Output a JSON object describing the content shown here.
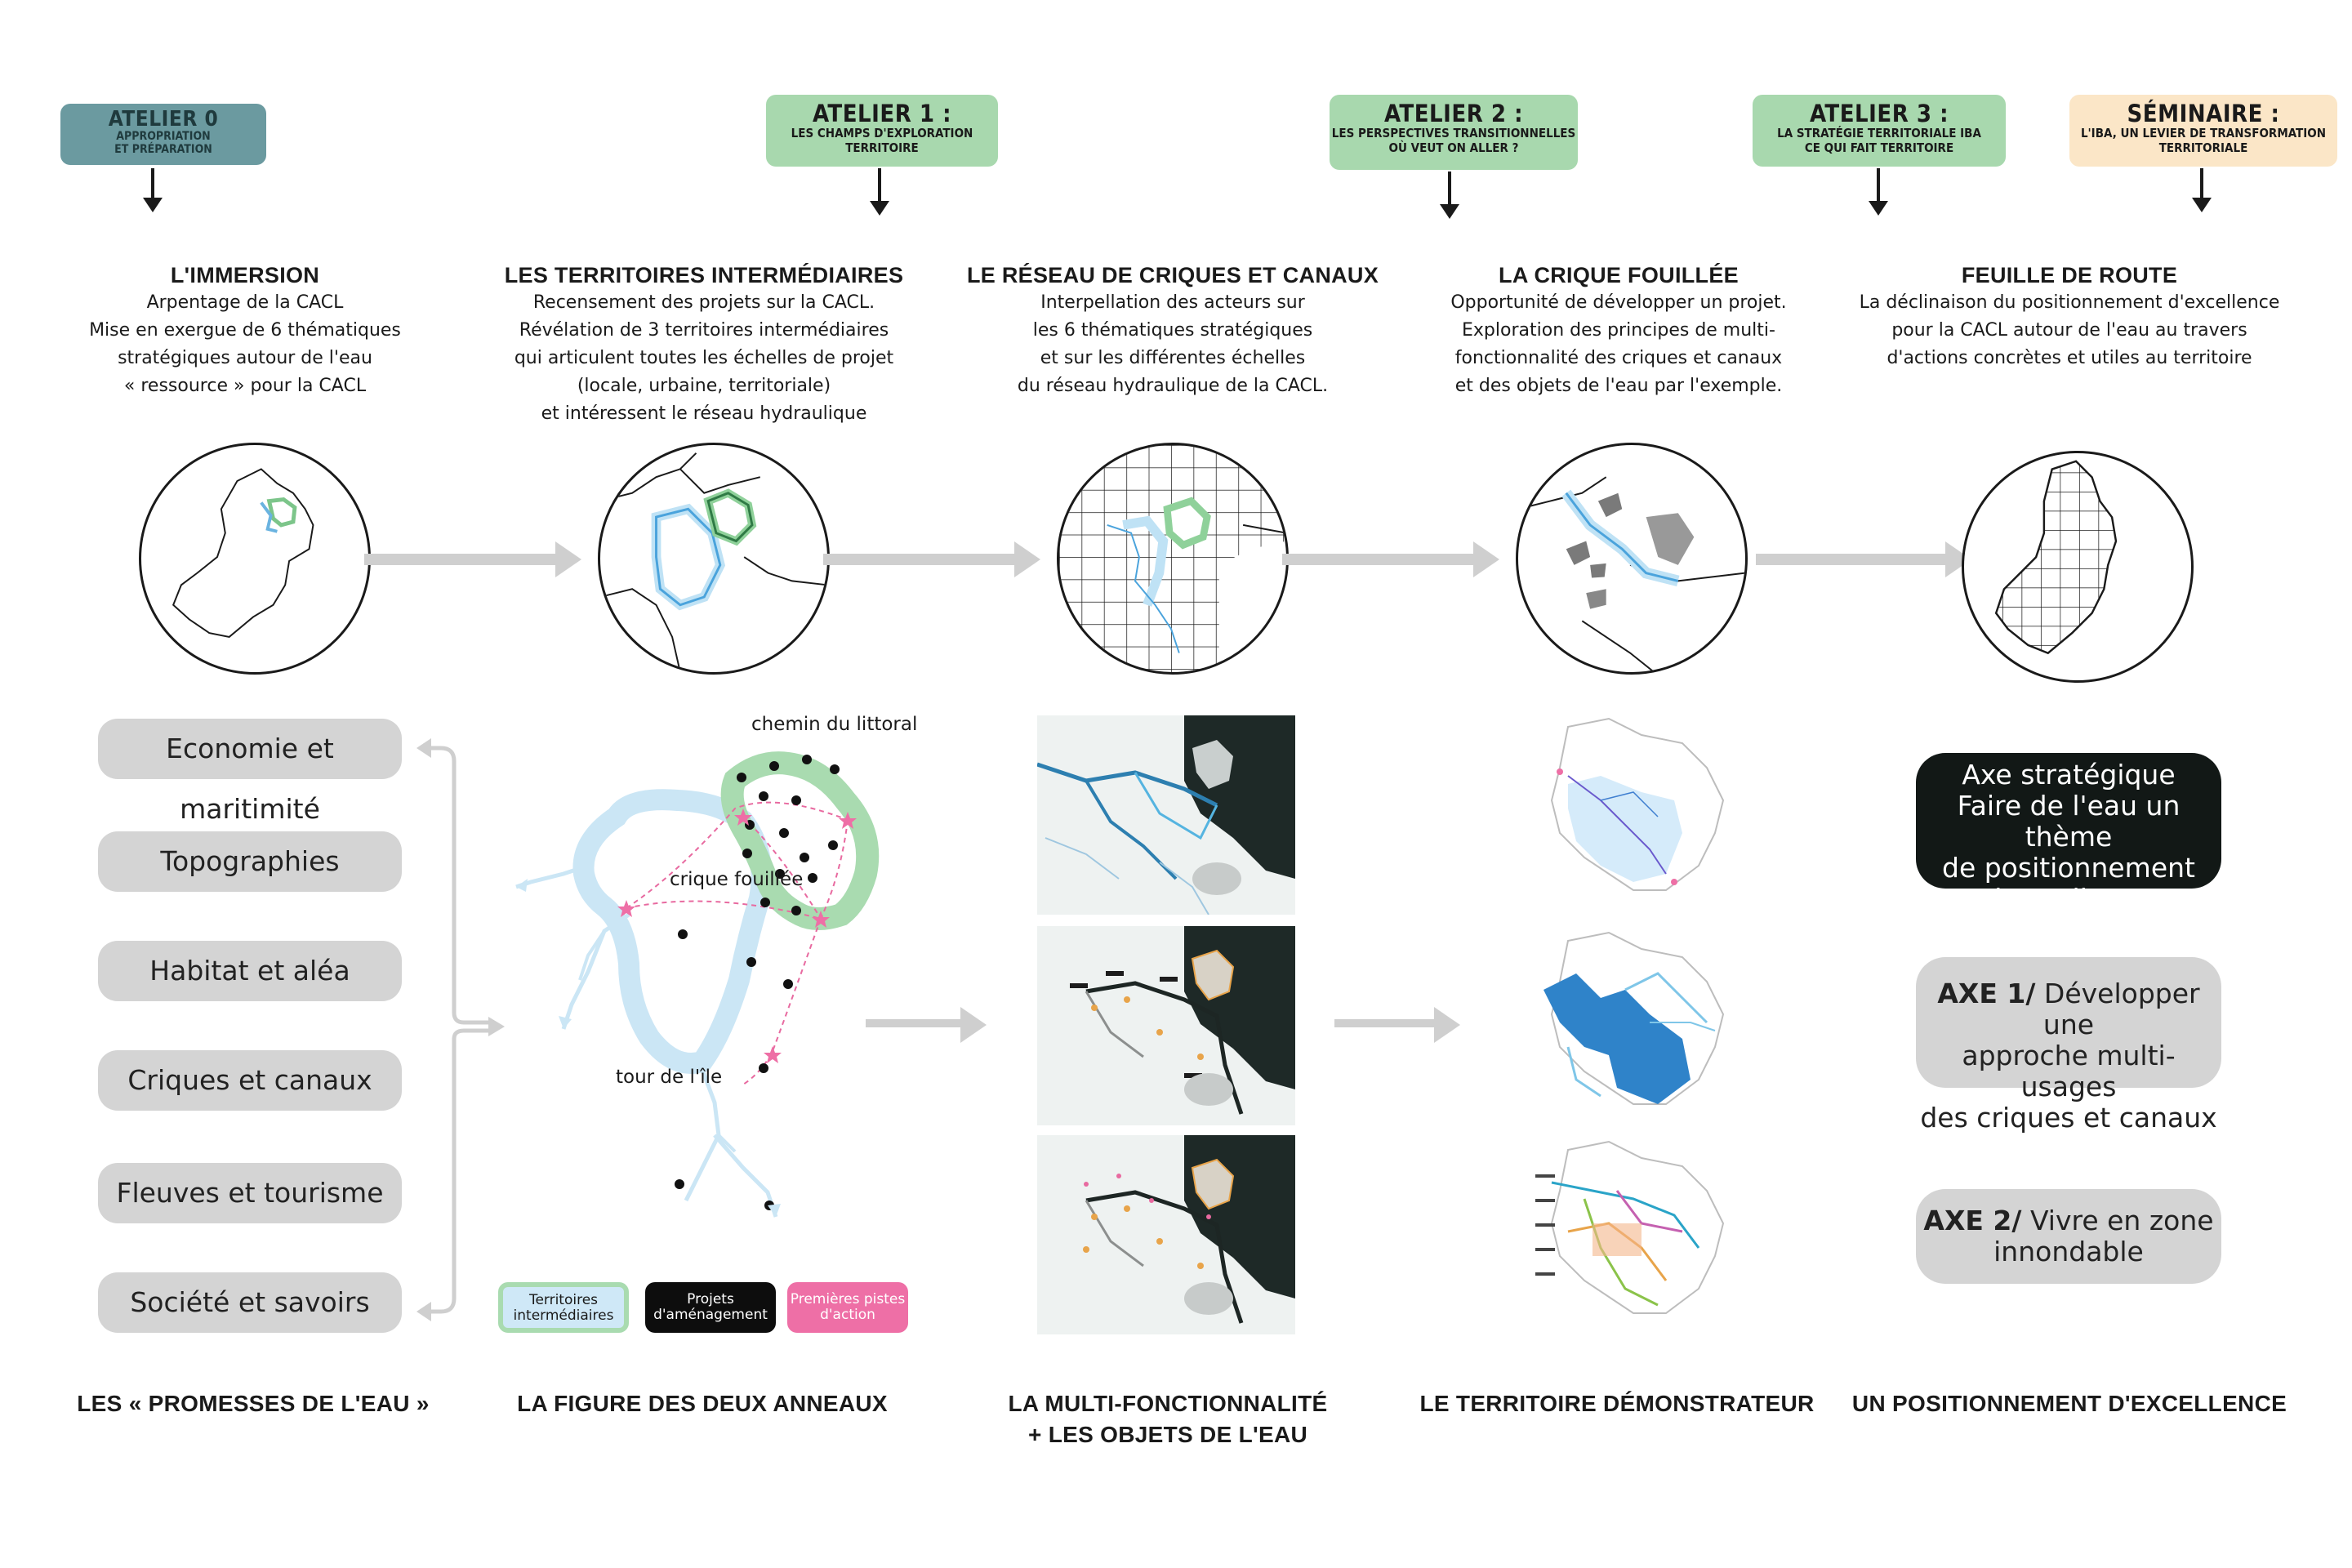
{
  "colors": {
    "atelier0": "#6b9aa0",
    "atelier_green": "#a8d8ae",
    "seminaire": "#fbe6c7",
    "pill_grey": "#d4d4d4",
    "ring_green": "#8fd19a",
    "ring_blue": "#bfe2f5",
    "action_pink": "#ee6fa6",
    "axe_dark": "#121816"
  },
  "ateliers": [
    {
      "title": "ATELIER 0",
      "subtitle_1": "APPROPRIATION",
      "subtitle_2": "ET PRÉPARATION",
      "subtitle_3": ""
    },
    {
      "title": "ATELIER 1 :",
      "subtitle_1": "LES CHAMPS D'EXPLORATION",
      "subtitle_2": "TERRITOIRE",
      "subtitle_3": ""
    },
    {
      "title": "ATELIER 2 :",
      "subtitle_1": "LES PERSPECTIVES TRANSITIONNELLES",
      "subtitle_2": "OÙ VEUT ON ALLER ?",
      "subtitle_3": ""
    },
    {
      "title": "ATELIER 3 :",
      "subtitle_1": "LA STRATÉGIE TERRITORIALE IBA",
      "subtitle_2": "CE QUI FAIT TERRITOIRE",
      "subtitle_3": ""
    },
    {
      "title": "SÉMINAIRE :",
      "subtitle_1": "L'IBA, UN LEVIER DE TRANSFORMATION",
      "subtitle_2": "TERRITORIALE",
      "subtitle_3": ""
    }
  ],
  "steps": [
    {
      "title": "L'IMMERSION",
      "lines": [
        "Arpentage de la CACL",
        "Mise en exergue de 6 thématiques",
        "stratégiques autour de l'eau",
        "« ressource » pour la CACL",
        ""
      ]
    },
    {
      "title": "LES TERRITOIRES INTERMÉDIAIRES",
      "lines": [
        "Recensement des projets sur la CACL.",
        "Révélation de 3 territoires intermédiaires",
        "qui articulent toutes les échelles de projet",
        "(locale, urbaine, territoriale)",
        "et intéressent le réseau hydraulique"
      ]
    },
    {
      "title": "LE RÉSEAU DE CRIQUES ET CANAUX",
      "lines": [
        "Interpellation des acteurs sur",
        "les 6 thématiques stratégiques",
        "et sur les différentes échelles",
        "du réseau hydraulique de la CACL.",
        ""
      ]
    },
    {
      "title": "LA CRIQUE FOUILLÉE",
      "lines": [
        "Opportunité de développer un projet.",
        "Exploration des principes de multi-",
        "fonctionnalité des criques et canaux",
        "et des objets de l'eau par l'exemple.",
        ""
      ]
    },
    {
      "title": "FEUILLE DE ROUTE",
      "lines": [
        "La déclinaison du positionnement d'excellence",
        "pour la CACL autour de l'eau au travers",
        "d'actions concrètes et utiles au territoire",
        "",
        ""
      ]
    }
  ],
  "promises": [
    "Economie et maritimité",
    "Topographies",
    "Habitat et aléa",
    "Criques et canaux",
    "Fleuves et tourisme",
    "Société et savoirs"
  ],
  "rings": {
    "label_top": "chemin du littoral",
    "label_center": "crique fouillée",
    "label_bottom": "tour de l'île"
  },
  "legend": [
    {
      "line1": "Territoires",
      "line2": "intermédiaires"
    },
    {
      "line1": "Projets",
      "line2": "d'aménagement"
    },
    {
      "line1": "Premières pistes",
      "line2": "d'action"
    }
  ],
  "axes": [
    {
      "strong": "",
      "line1": "Axe stratégique",
      "line2": "Faire de l'eau un thème",
      "line3": "de positionnement",
      "line4": "d'excellence"
    },
    {
      "strong": "AXE 1/",
      "line1": " Développer une",
      "line2": "approche multi-usages",
      "line3": "des criques et canaux",
      "line4": ""
    },
    {
      "strong": "AXE 2/",
      "line1": " Vivre en zone",
      "line2": "innondable",
      "line3": "",
      "line4": ""
    }
  ],
  "bottom_labels": [
    {
      "line1": "LES « PROMESSES DE L'EAU »",
      "line2": ""
    },
    {
      "line1": "LA FIGURE DES DEUX ANNEAUX",
      "line2": ""
    },
    {
      "line1": "LA MULTI-FONCTIONNALITÉ",
      "line2": "+ LES OBJETS DE L'EAU"
    },
    {
      "line1": "LE TERRITOIRE DÉMONSTRATEUR",
      "line2": ""
    },
    {
      "line1": "UN POSITIONNEMENT D'EXCELLENCE",
      "line2": ""
    }
  ]
}
